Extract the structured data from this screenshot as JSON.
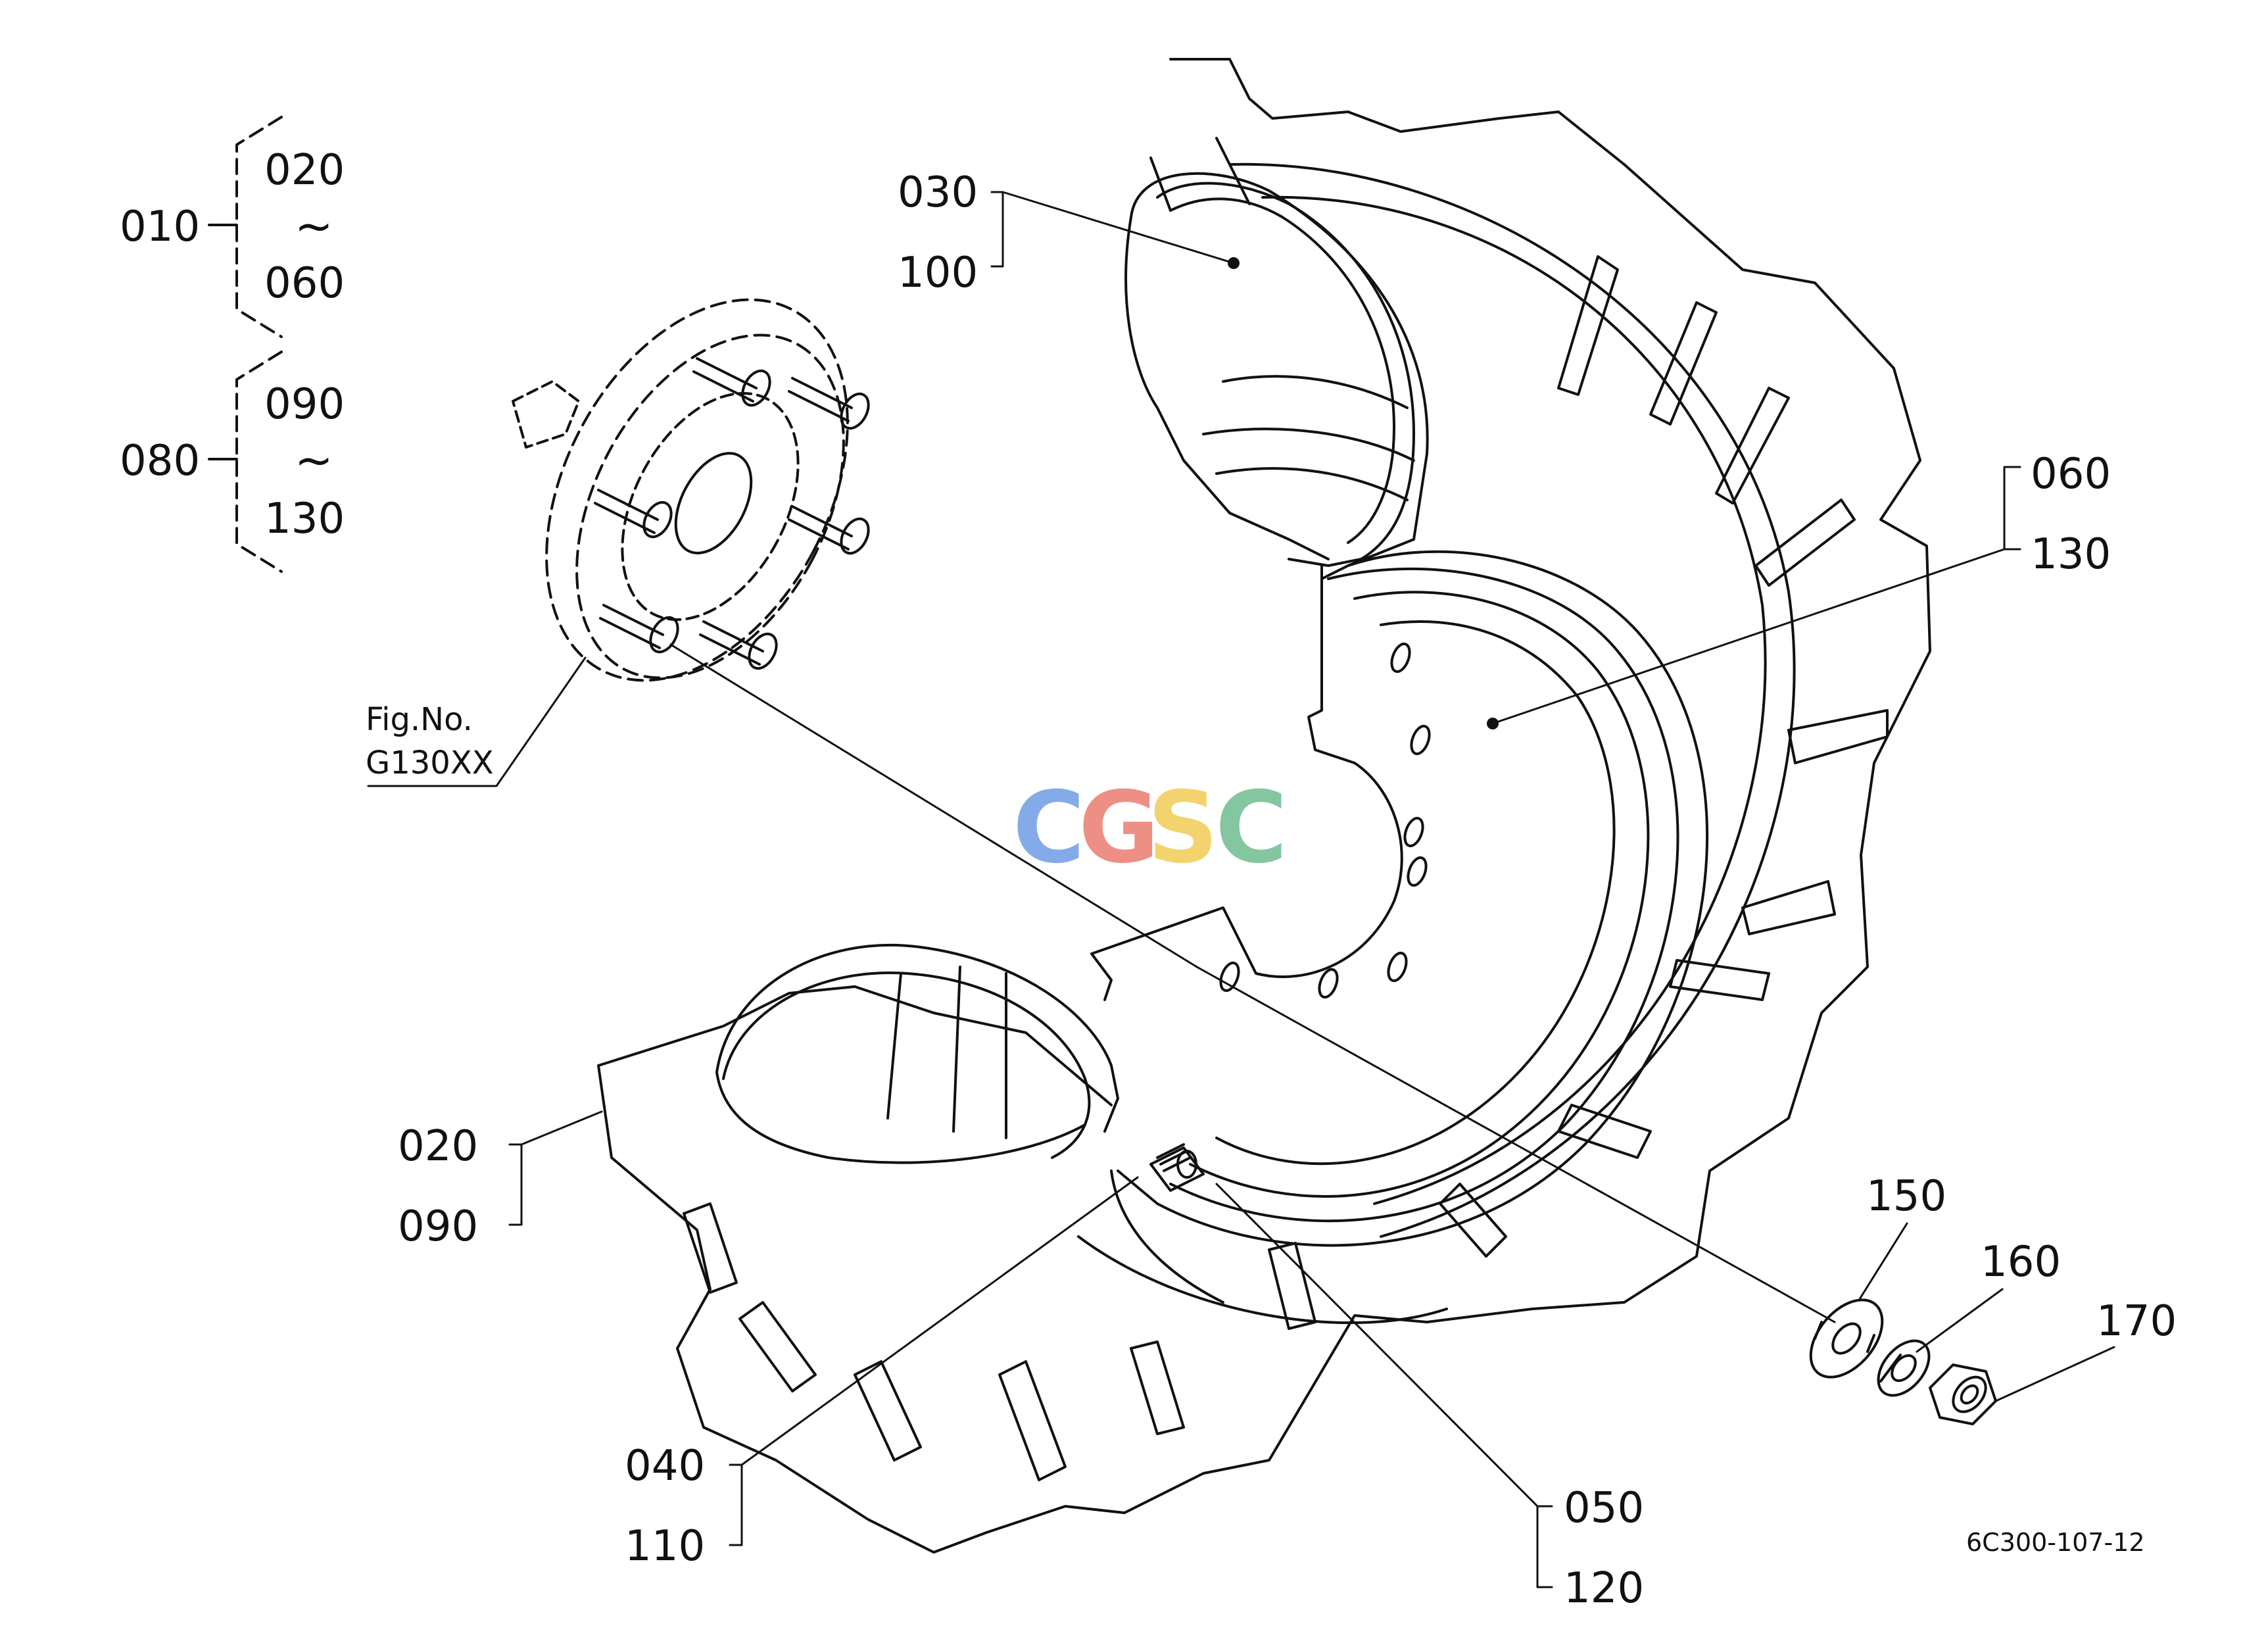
{
  "groups": [
    {
      "id": "010",
      "range_start": "020",
      "range_sep": "~",
      "range_end": "060"
    },
    {
      "id": "080",
      "range_start": "090",
      "range_sep": "~",
      "range_end": "130"
    }
  ],
  "callouts": {
    "tube_label": {
      "upper": "030",
      "lower": "100"
    },
    "rim_label": {
      "upper": "060",
      "lower": "130"
    },
    "tire_label": {
      "upper": "020",
      "lower": "090"
    },
    "flap_label": {
      "upper": "040",
      "lower": "110"
    },
    "valve_label": {
      "upper": "050",
      "lower": "120"
    },
    "washer": "150",
    "lock_washer": "160",
    "nut": "170"
  },
  "figure_ref": {
    "line1": "Fig.No.",
    "line2": "G130XX"
  },
  "drawing_code": "6C300-107-12",
  "watermark": {
    "letters": [
      "C",
      "G",
      "S",
      "C"
    ],
    "colors": [
      "#7ea6e8",
      "#ee8a80",
      "#f3d166",
      "#7ec49a"
    ]
  }
}
